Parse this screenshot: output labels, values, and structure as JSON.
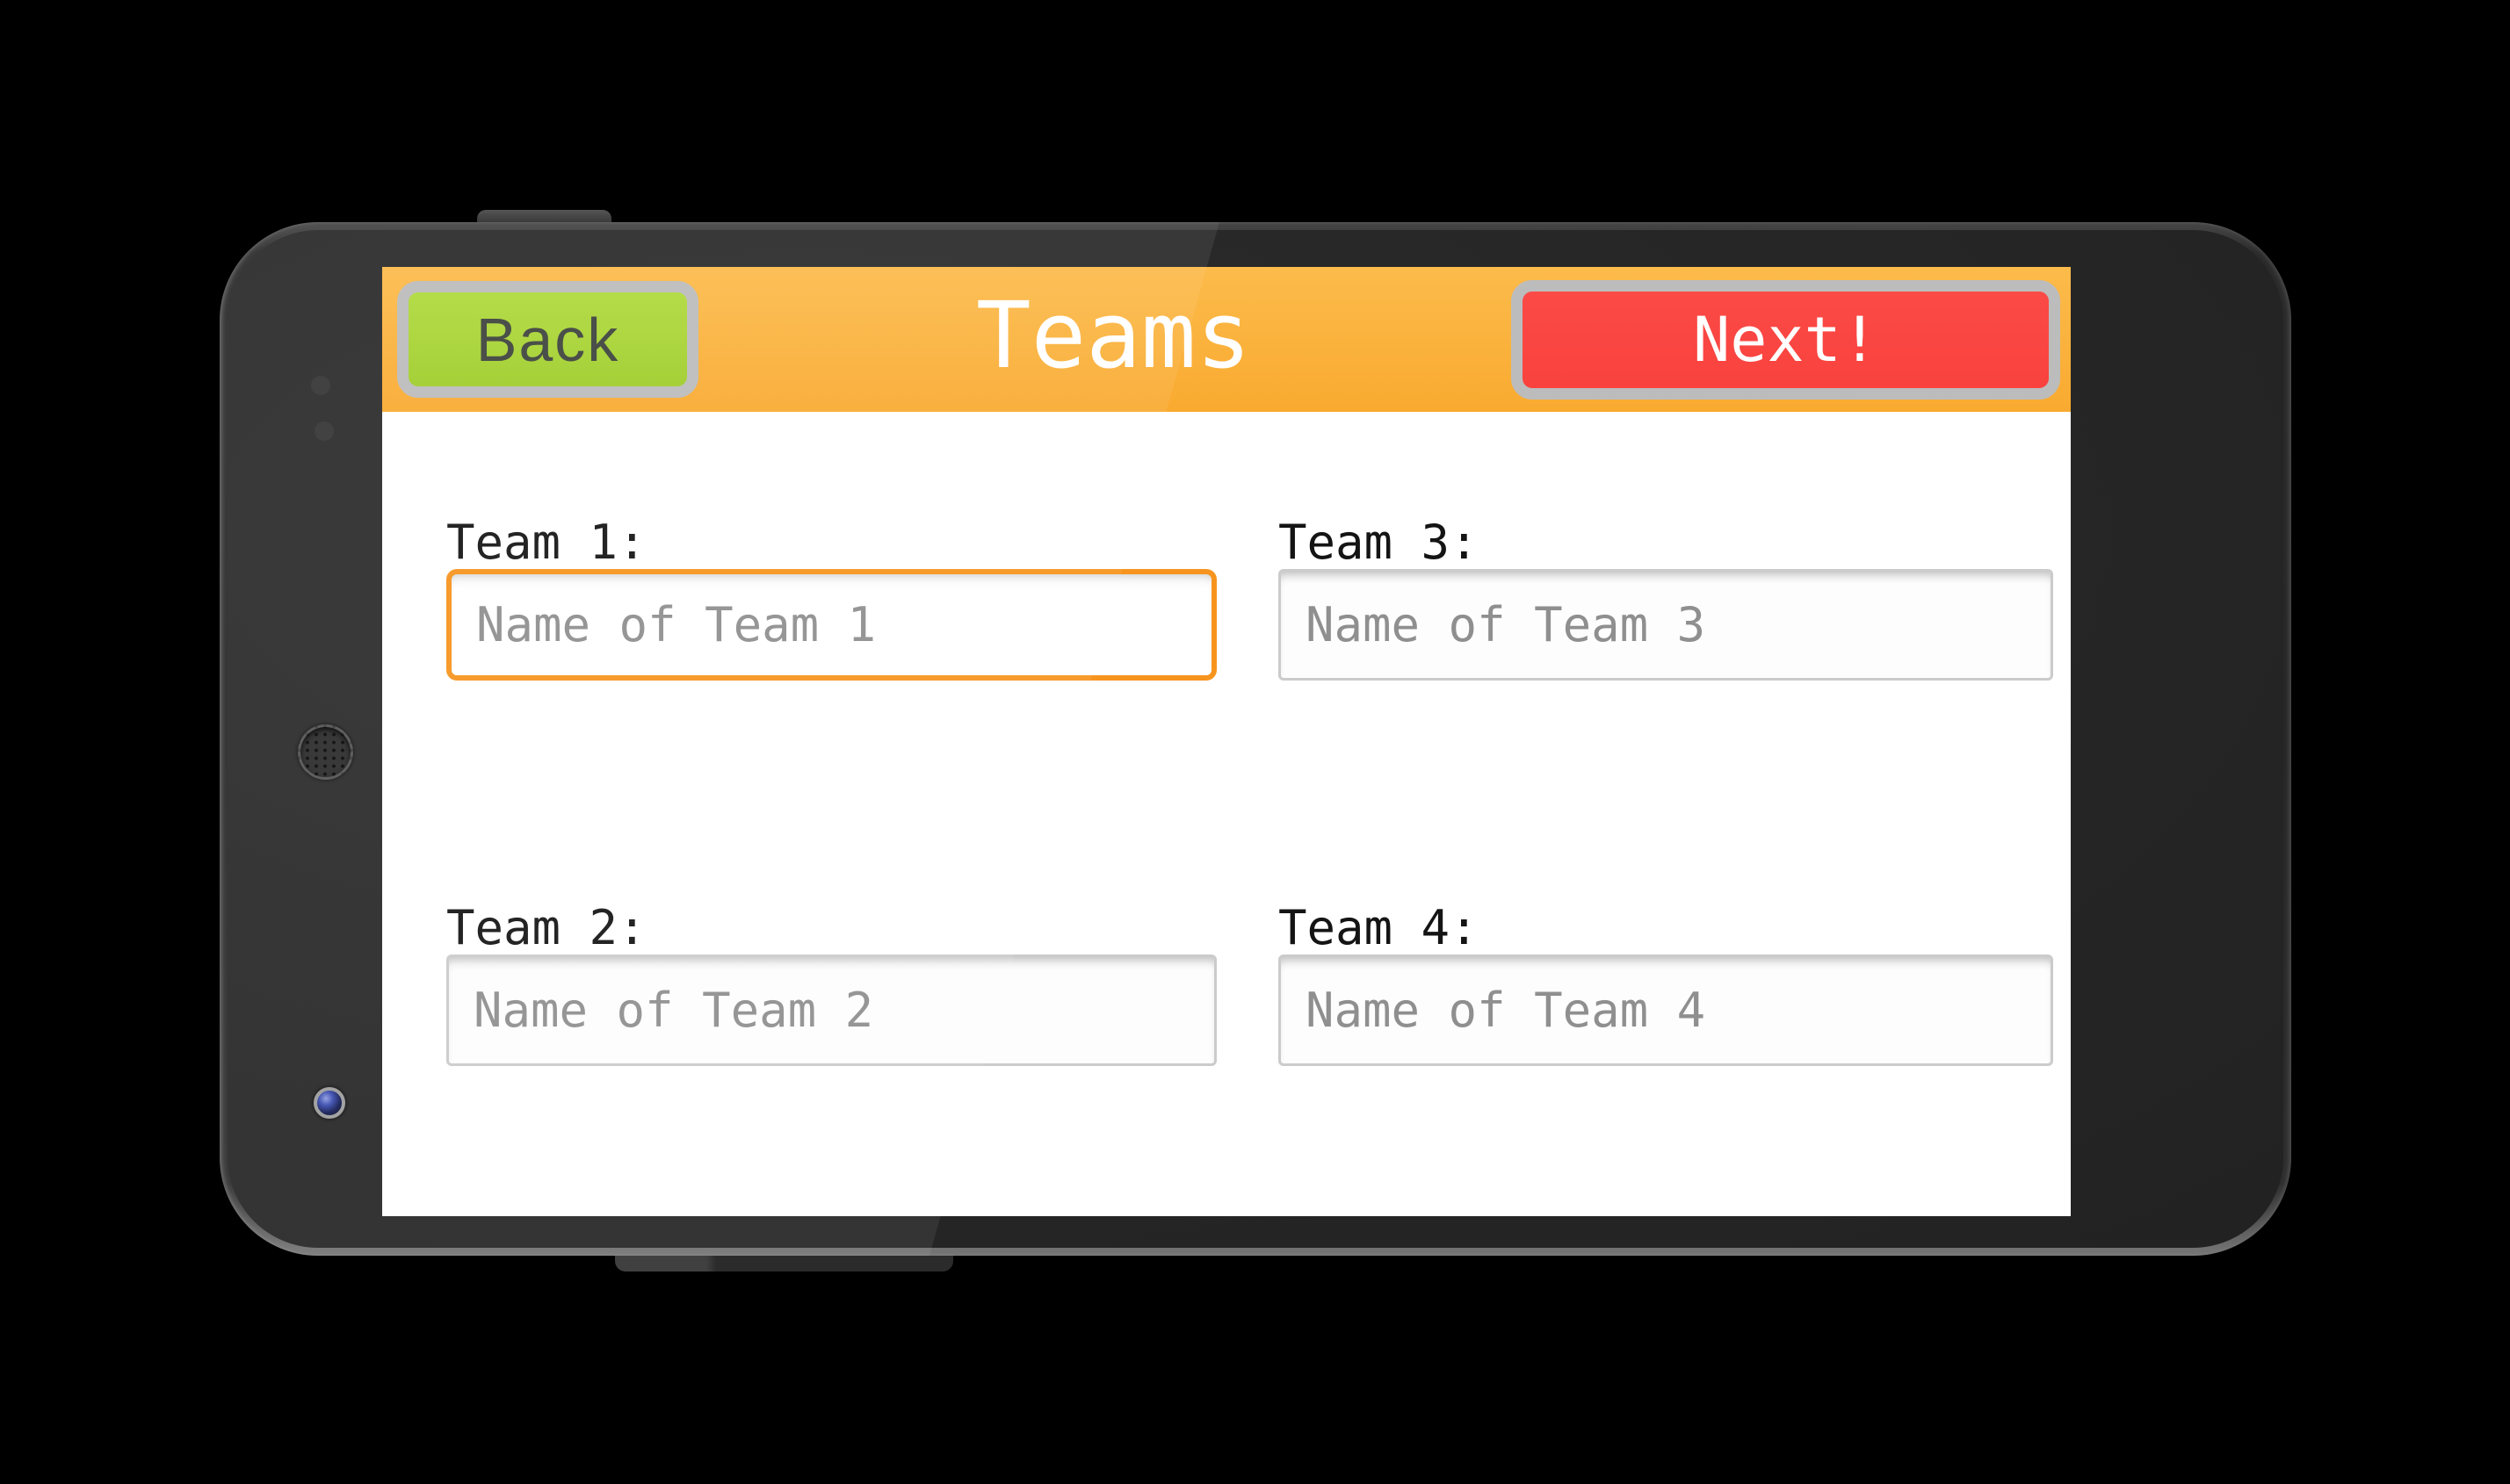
{
  "header": {
    "title": "Teams",
    "back_button": "Back",
    "next_button": "Next!"
  },
  "form": {
    "fields": [
      {
        "label": "Team 1:",
        "placeholder": "Name of Team 1",
        "value": "",
        "focused": true
      },
      {
        "label": "Team 2:",
        "placeholder": "Name of Team 2",
        "value": "",
        "focused": false
      },
      {
        "label": "Team 3:",
        "placeholder": "Name of Team 3",
        "value": "",
        "focused": false
      },
      {
        "label": "Team 4:",
        "placeholder": "Name of Team 4",
        "value": "",
        "focused": false
      }
    ]
  },
  "colors": {
    "header_orange_top": "#fcbb4b",
    "header_orange_bottom": "#f9aa30",
    "back_green": "#a6d334",
    "back_text": "#3d423c",
    "next_red": "#f9423e",
    "button_border_gray": "#bcbcbc",
    "focus_border_orange": "#f7941e",
    "label_text": "#141414",
    "placeholder_text": "#8f8f8f",
    "title_text": "#ffffff"
  },
  "device": {
    "icons": [
      "power-button",
      "earpiece-speaker-icon",
      "front-camera-icon",
      "sensor-dot",
      "mic-bump"
    ]
  }
}
